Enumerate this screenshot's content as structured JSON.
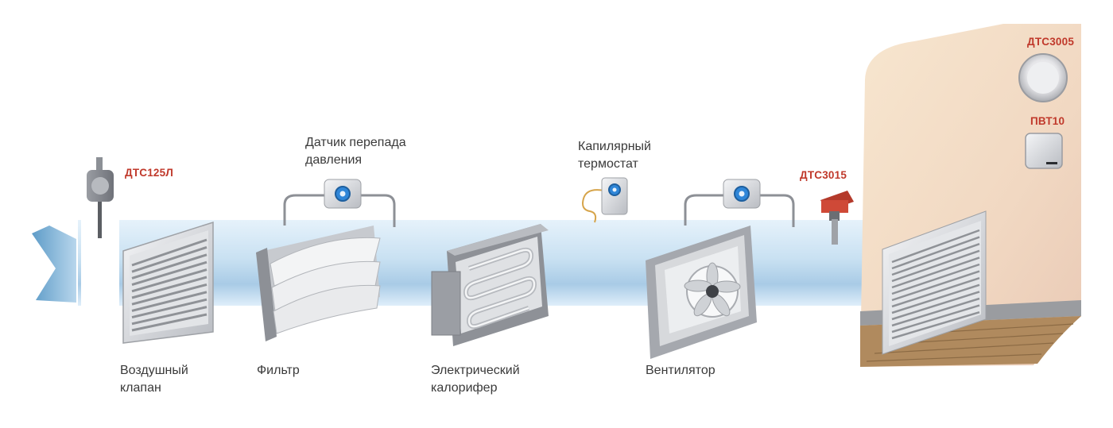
{
  "components": {
    "air_damper": {
      "line1": "Воздушный",
      "line2": "клапан"
    },
    "filter": {
      "line1": "Фильтр"
    },
    "heater": {
      "line1": "Электрический",
      "line2": "калорифер"
    },
    "fan": {
      "line1": "Вентилятор"
    }
  },
  "sensors": {
    "pressure_sensor": {
      "line1": "Датчик перепада",
      "line2": "давления"
    },
    "capillary_thermostat": {
      "line1": "Капилярный",
      "line2": "термостат"
    }
  },
  "models": {
    "dtc125l": "ДТС125Л",
    "dtc3015": "ДТС3015",
    "dtc3005": "ДТС3005",
    "pvt10": "ПВТ10"
  },
  "colors": {
    "duct": "#bcd8ec",
    "model_text": "#c0392b",
    "indicator": "#2f86d8",
    "wall": "#f2dcc6",
    "floor": "#b08a5e"
  }
}
